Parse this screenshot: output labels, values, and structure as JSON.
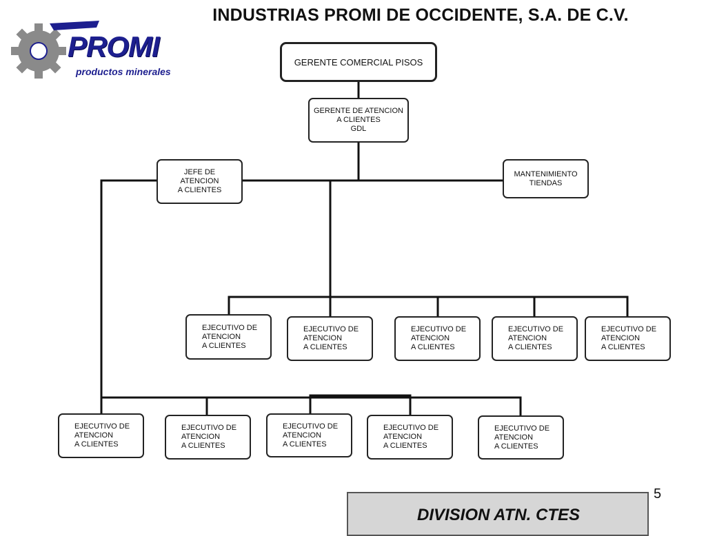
{
  "title": "INDUSTRIAS PROMI DE OCCIDENTE, S.A. DE C.V.",
  "logo": {
    "word": "PROMI",
    "subtitle": "productos minerales",
    "icon": "gear-logo-icon",
    "brand_color": "#1d1f8f"
  },
  "nodes": {
    "gerente_comercial": "GERENTE COMERCIAL PISOS",
    "gerente_atencion": "GERENTE DE ATENCION\nA CLIENTES\nGDL",
    "jefe_atencion": "JEFE DE\nATENCION\nA CLIENTES",
    "mantenimiento": "MANTENIMIENTO\nTIENDAS",
    "ejecutivo_row1": [
      "EJECUTIVO DE\nATENCION\nA CLIENTES",
      "EJECUTIVO DE\nATENCION\nA CLIENTES",
      "EJECUTIVO DE\nATENCION\nA CLIENTES",
      "EJECUTIVO DE\nATENCION\nA CLIENTES",
      "EJECUTIVO DE\nATENCION\nA CLIENTES"
    ],
    "ejecutivo_row2": [
      "EJECUTIVO DE\nATENCION\nA CLIENTES",
      "EJECUTIVO DE\nATENCION\nA CLIENTES",
      "EJECUTIVO DE\nATENCION\nA CLIENTES",
      "EJECUTIVO DE\nATENCION\nA CLIENTES",
      "EJECUTIVO DE\nATENCION\nA CLIENTES"
    ]
  },
  "page_number": "5",
  "division_label": "DIVISION ATN. CTES"
}
